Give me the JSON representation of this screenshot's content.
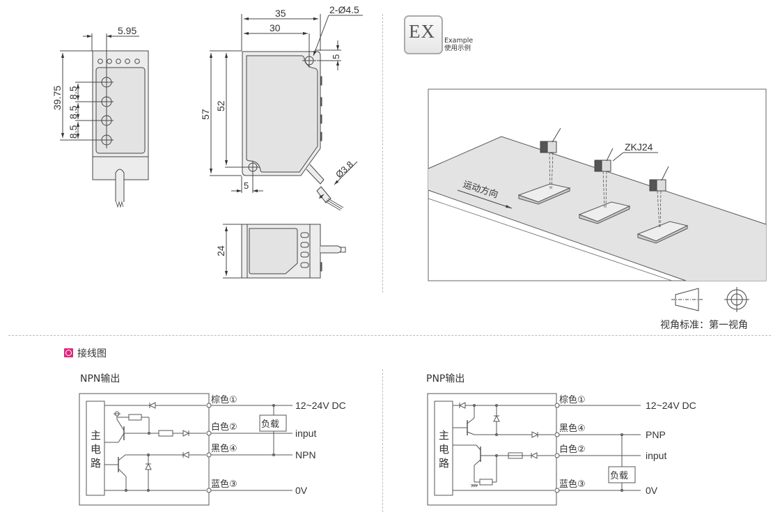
{
  "drawing": {
    "front_view": {
      "dim_pitch": "5.95",
      "dim_total": "39.75",
      "dim_spacing": [
        "8.5",
        "8.5",
        "8.5"
      ]
    },
    "side_view": {
      "dim_width_outer": "35",
      "dim_width_inner": "30",
      "dim_hole": "2-Ø4.5",
      "dim_hole_offset_top": "5",
      "dim_height_outer": "57",
      "dim_height_inner": "52",
      "dim_hole_offset_bottom": "5",
      "dim_cable": "Ø3.8"
    },
    "top_view": {
      "dim_thickness": "24"
    }
  },
  "example": {
    "badge": "EX",
    "caption_en": "Example",
    "caption_cn": "使用示例",
    "model_label": "ZKJ24",
    "direction_label": "运动方向"
  },
  "view_standard": {
    "caption": "视角标准：第一视角"
  },
  "wiring": {
    "section_title": "接线图",
    "accent_color": "#e0267c",
    "npn": {
      "title": "NPN输出",
      "main_circuit": [
        "主",
        "电",
        "路"
      ],
      "load": "负载",
      "wires": [
        {
          "color_label": "棕色①",
          "signal": "12~24V DC"
        },
        {
          "color_label": "白色②",
          "signal": "input"
        },
        {
          "color_label": "黑色④",
          "signal": "NPN"
        },
        {
          "color_label": "蓝色③",
          "signal": "0V"
        }
      ]
    },
    "pnp": {
      "title": "PNP输出",
      "main_circuit": [
        "主",
        "电",
        "路"
      ],
      "load": "负载",
      "wires": [
        {
          "color_label": "棕色①",
          "signal": "12~24V DC"
        },
        {
          "color_label": "黑色④",
          "signal": "PNP"
        },
        {
          "color_label": "白色②",
          "signal": "input"
        },
        {
          "color_label": "蓝色③",
          "signal": "0V"
        }
      ]
    }
  }
}
